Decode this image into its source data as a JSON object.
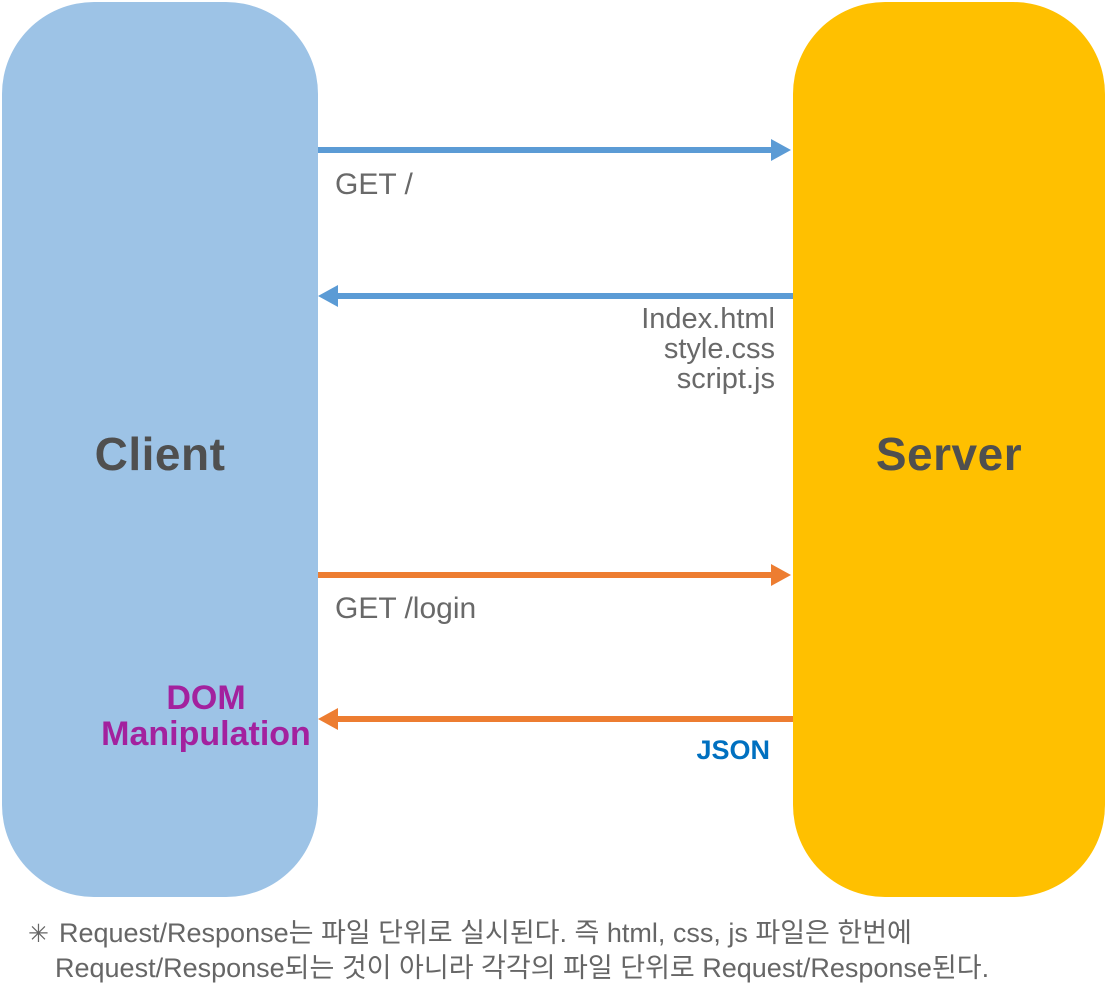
{
  "diagram": {
    "client": {
      "label": "Client"
    },
    "server": {
      "label": "Server"
    },
    "messages": {
      "request1": "GET /",
      "response1_files": [
        "Index.html",
        "style.css",
        "script.js"
      ],
      "request2": "GET /login",
      "response2": "JSON",
      "client_action_line1": "DOM",
      "client_action_line2": "Manipulation"
    },
    "footnote": {
      "bullet": "✳",
      "line1": "Request/Response는 파일 단위로 실시된다. 즉 html, css, js 파일은 한번에",
      "line2": "Request/Response되는 것이 아니라 각각의 파일 단위로 Request/Response된다."
    },
    "colors": {
      "client_fill": "#9DC3E6",
      "server_fill": "#FFC000",
      "request_arrow_blue": "#5B9BD5",
      "ajax_arrow_orange": "#ED7D31",
      "box_title_text": "#4F4F4F",
      "message_label_text": "#696969",
      "dom_manipulation_text": "#A3219E",
      "json_label_text": "#0070C0",
      "footnote_text": "#666666"
    }
  }
}
